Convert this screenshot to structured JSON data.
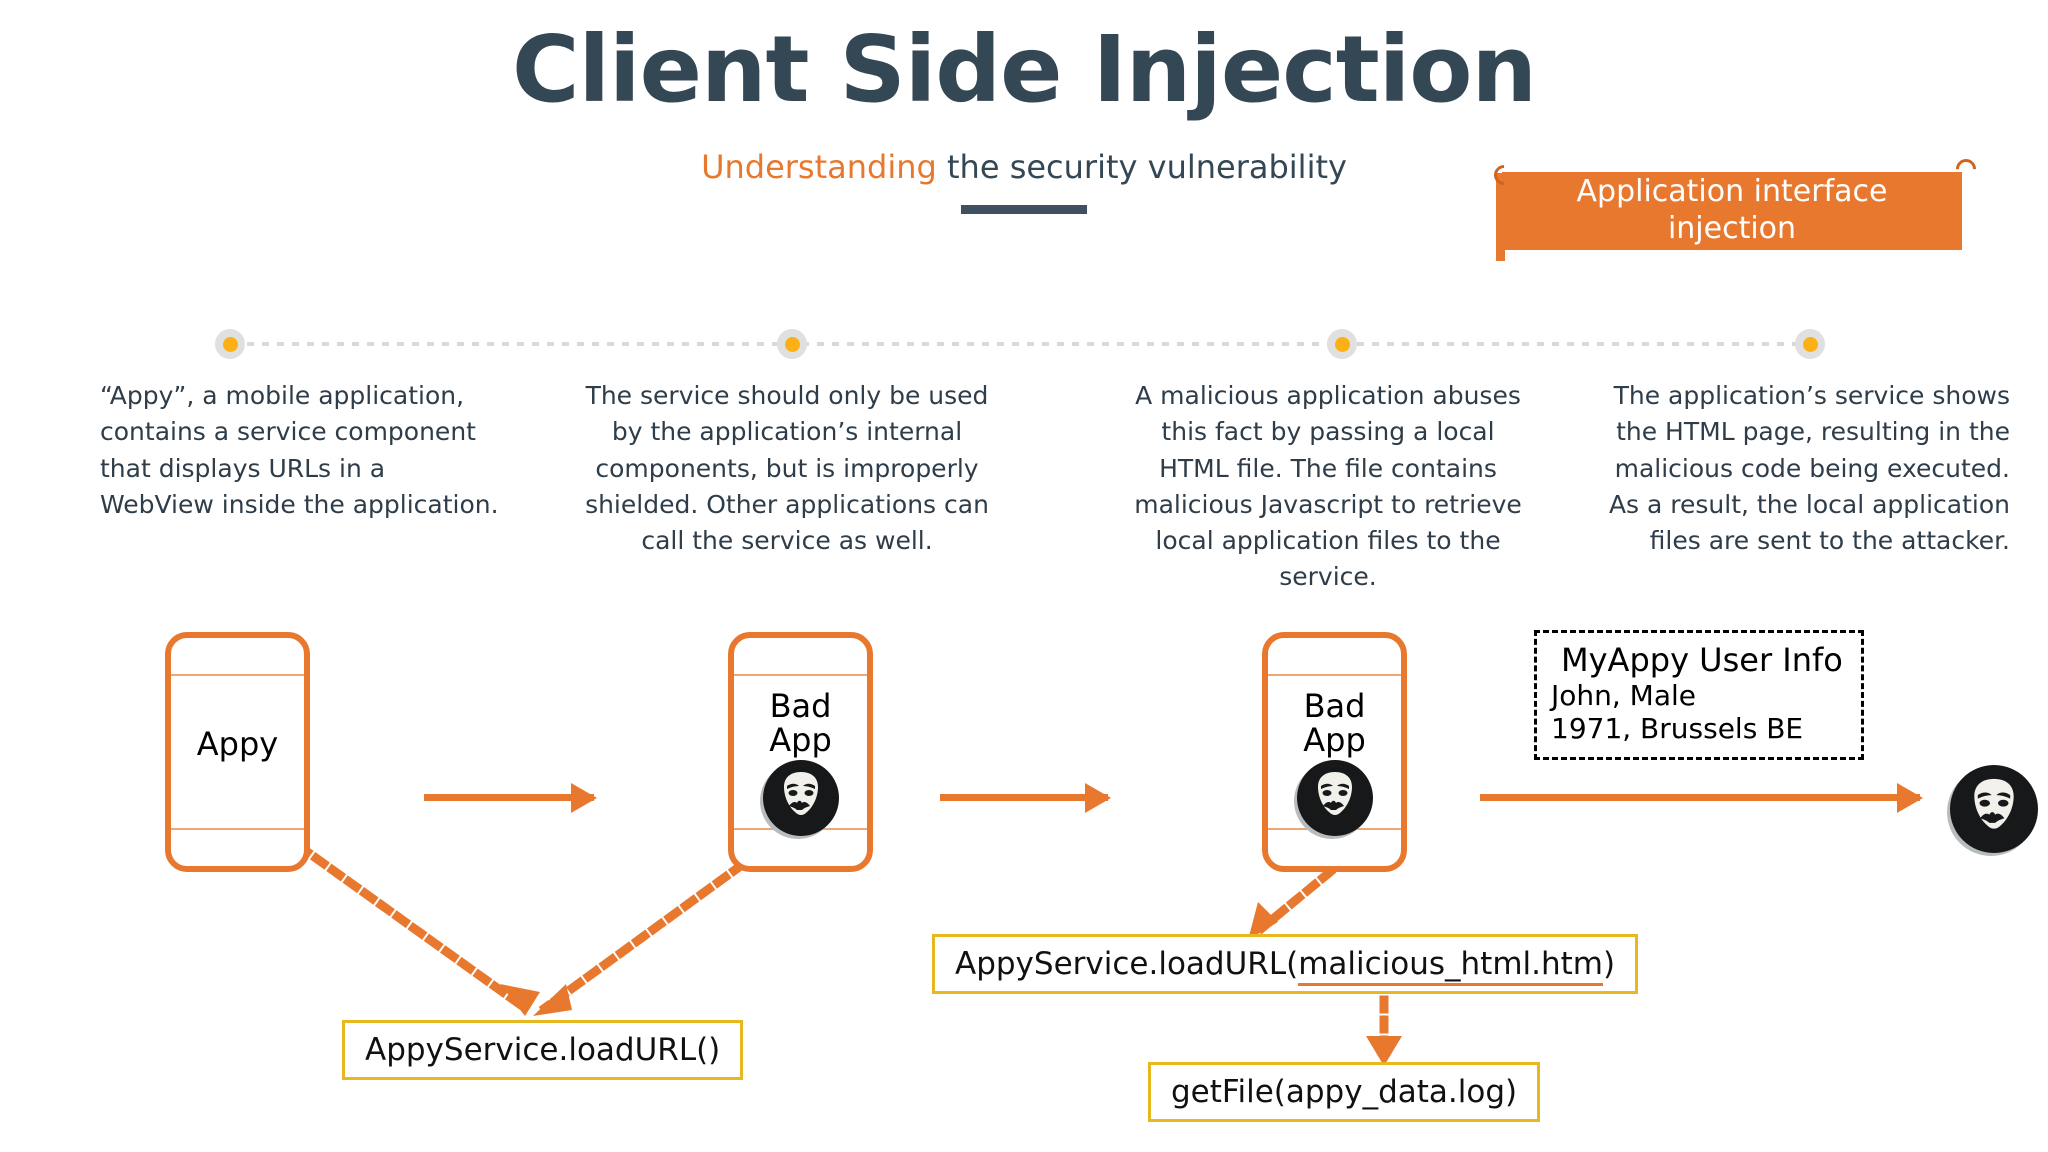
{
  "header": {
    "title": "Client Side Injection",
    "subtitle_highlight": "Understanding",
    "subtitle_rest": " the security vulnerability"
  },
  "banner": {
    "label": "Application interface injection",
    "color": "#e8782e"
  },
  "timeline": {
    "dot_color": "#fbb116",
    "dot_ring_color": "#e0e0e0",
    "steps": [
      {
        "text": "“Appy”, a mobile application, contains a service component that displays URLs in a WebView inside the application."
      },
      {
        "text": "The service should only be used by the application’s internal components, but is improperly shielded. Other applications can call the service as well."
      },
      {
        "text": "A malicious application abuses this fact by passing a local HTML file. The file contains malicious Javascript to retrieve local application files to the service."
      },
      {
        "text": "The application’s service shows the HTML page, resulting in the malicious code being executed. As a result, the local application files are sent to the attacker."
      }
    ]
  },
  "diagram": {
    "accent_color": "#e8782e",
    "codebox_border_color": "#e8b820",
    "phones": [
      {
        "label": "Appy",
        "has_mask": false
      },
      {
        "label_line1": "Bad",
        "label_line2": "App",
        "has_mask": true
      },
      {
        "label_line1": "Bad",
        "label_line2": "App",
        "has_mask": true
      }
    ],
    "code_boxes": [
      {
        "text": "AppyService.loadURL()"
      },
      {
        "prefix": "AppyService.loadURL(",
        "underlined": "malicious_html.htm",
        "suffix": ")"
      },
      {
        "text": "getFile(appy_data.log)"
      }
    ],
    "user_info": {
      "title": "MyAppy User Info",
      "line1": "John, Male",
      "line2": "1971, Brussels BE"
    },
    "attacker_icon": "anonymous-mask-icon"
  }
}
